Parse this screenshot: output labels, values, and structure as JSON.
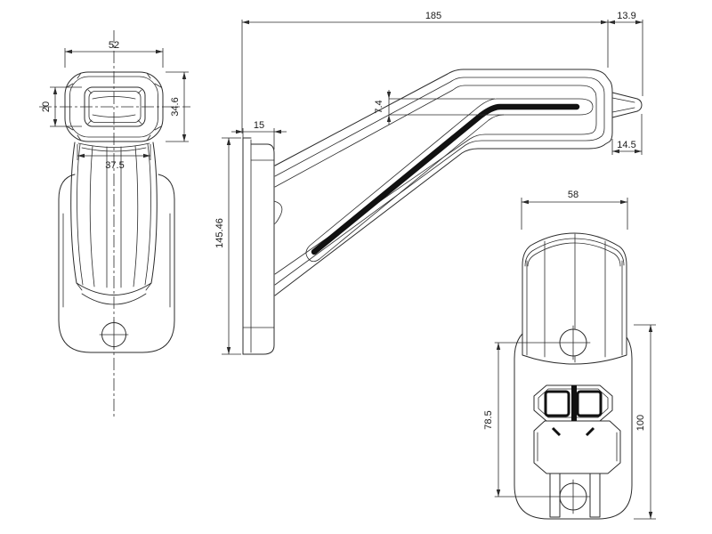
{
  "colors": {
    "background": "#ffffff",
    "line": "#2b2b2b"
  },
  "views": {
    "front_view": {
      "dims": {
        "head_width": "52",
        "lens_height": "20",
        "head_height": "34.6",
        "neck_width": "37.5"
      }
    },
    "side_view": {
      "dims": {
        "overall_length": "185",
        "tip_offset": "13.9",
        "bracket_depth": "15",
        "strip_width": "7.4",
        "overall_height": "145.46",
        "tip_length": "14.5"
      }
    },
    "rear_view": {
      "dims": {
        "head_width": "58",
        "hole_spacing": "78.5",
        "plate_height": "100"
      }
    }
  }
}
